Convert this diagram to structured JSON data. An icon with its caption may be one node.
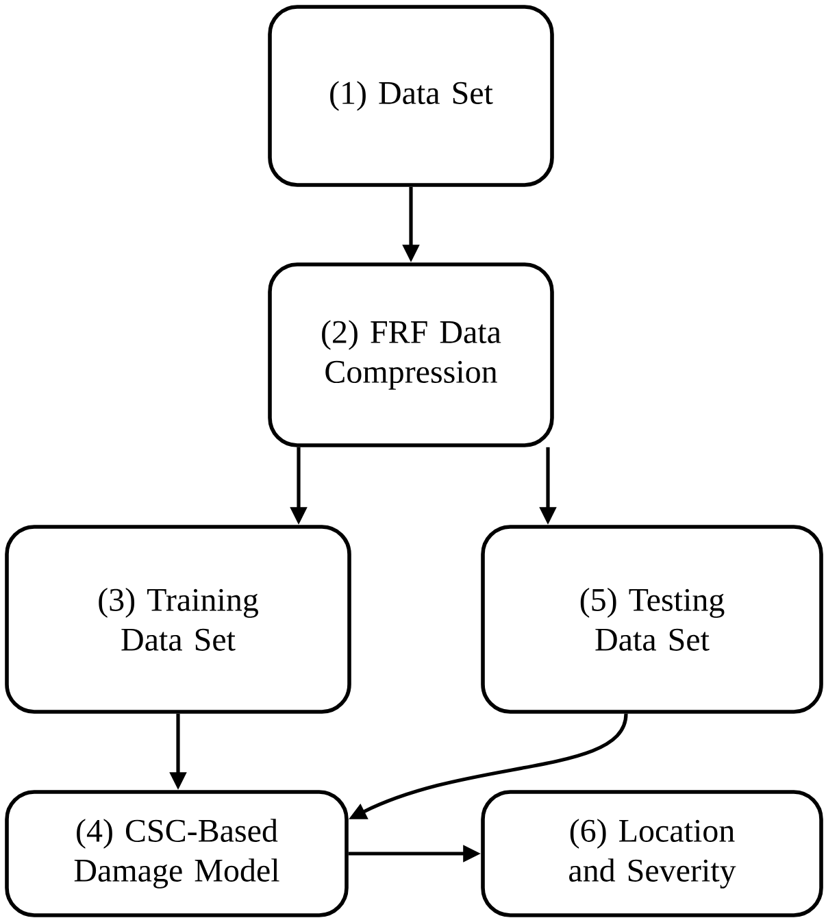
{
  "diagram": {
    "nodes": [
      {
        "text": [
          "(1) Data Set"
        ]
      },
      {
        "text": [
          "(2) FRF Data Compression"
        ]
      },
      {
        "text": [
          "(3) Training Data Set"
        ]
      },
      {
        "text": [
          "(5) Testing Data Set"
        ]
      },
      {
        "text": [
          "(4) CSC-Based Damage Model"
        ]
      },
      {
        "text": [
          "(6) Location and Severity"
        ]
      }
    ],
    "edges": [
      {
        "from": 0,
        "to": 1,
        "arrow": "to"
      },
      {
        "from": 1,
        "to": 2,
        "arrow": "to"
      },
      {
        "from": 1,
        "to": 3,
        "arrow": "to"
      },
      {
        "from": 2,
        "to": 4,
        "arrow": "to"
      },
      {
        "from": 3,
        "to": 4,
        "arrow": "to"
      },
      {
        "from": 4,
        "to": 5,
        "arrow": "to"
      }
    ]
  }
}
